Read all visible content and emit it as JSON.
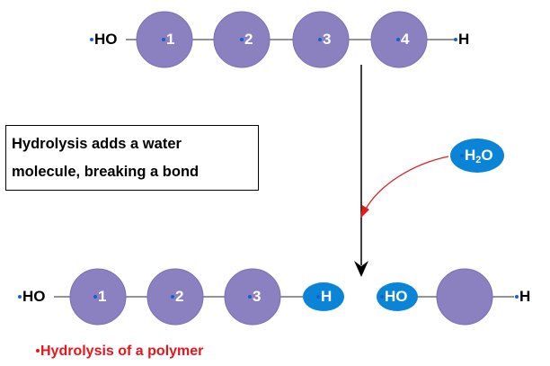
{
  "colors": {
    "monomer": "#8b80c0",
    "monomer_stroke": "#7a6fb4",
    "group": "#0a84d6",
    "bond": "#555555",
    "arrow_red": "#e11b22",
    "caption_red": "#e8141b"
  },
  "top_chain": {
    "start_group": "HO",
    "monomers": [
      "1",
      "2",
      "3",
      "4"
    ],
    "end_group": "H"
  },
  "water": {
    "base": "H",
    "subscript": "2",
    "tail": "O"
  },
  "callout": {
    "line1": "Hydrolysis adds a water",
    "line2": "molecule, breaking a bond"
  },
  "bottom_left": {
    "start_group": "HO",
    "monomers": [
      "1",
      "2",
      "3"
    ],
    "end_group": "H"
  },
  "bottom_right": {
    "start_group": "HO",
    "end_group": "H"
  },
  "caption": "Hydrolysis of a polymer"
}
